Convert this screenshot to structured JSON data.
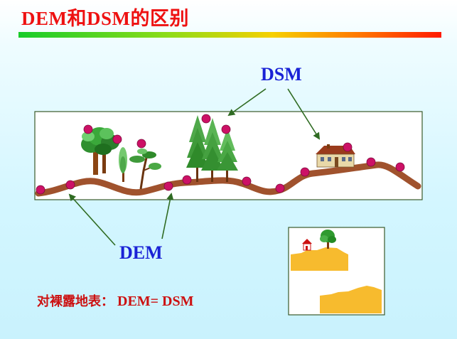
{
  "slide": {
    "title": "DEM和DSM的区别"
  },
  "labels": {
    "dsm": "DSM",
    "dem": "DEM"
  },
  "note": {
    "label": "对裸露地表：",
    "formula": "DEM= DSM"
  },
  "colors": {
    "title": "#ee1111",
    "label": "#1a22d6",
    "note": "#cc1111",
    "terrain": "#a0522d",
    "marker": "#cc1166",
    "arrow": "#3a7a2a",
    "ground_fill": "#f7bb2e",
    "frame": "#3a5a2a"
  },
  "icons": {
    "markers": "pink-circle-marker",
    "house": "house-icon",
    "trees": "tree-icon"
  }
}
